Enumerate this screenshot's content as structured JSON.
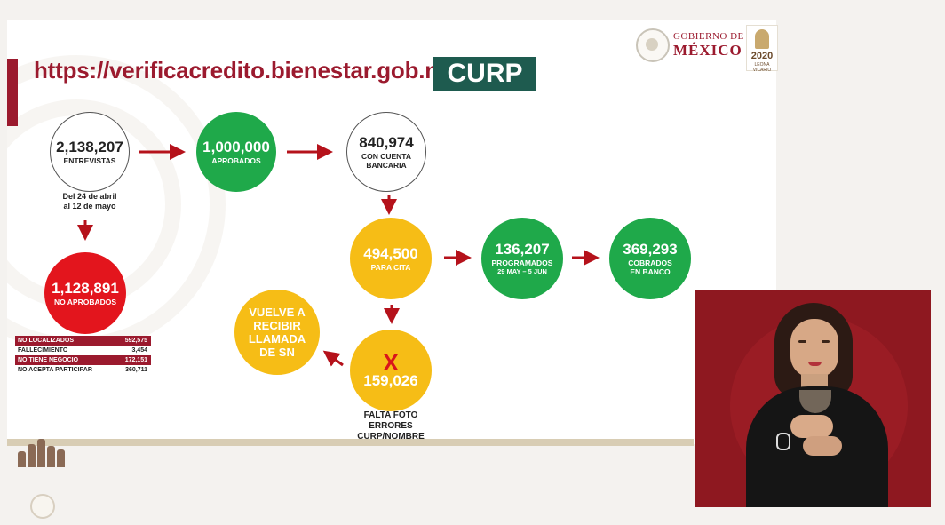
{
  "header": {
    "url": "https://verificacredito.bienestar.gob.mx",
    "badge": "CURP"
  },
  "government": {
    "line1": "GOBIERNO DE",
    "line2": "MÉXICO",
    "year": "2020",
    "year_sub": "LEONA VICARIO"
  },
  "nodes": {
    "entrevistas": {
      "number": "2,138,207",
      "label": "ENTREVISTAS",
      "note_line1": "Del 24 de abril",
      "note_line2": "al 12 de mayo"
    },
    "aprobados": {
      "number": "1,000,000",
      "label": "APROBADOS"
    },
    "cuenta": {
      "number": "840,974",
      "label_line1": "CON CUENTA",
      "label_line2": "BANCARIA"
    },
    "no_aprobados": {
      "number": "1,128,891",
      "label": "NO APROBADOS"
    },
    "cita": {
      "number": "494,500",
      "label": "PARA CITA"
    },
    "programados": {
      "number": "136,207",
      "label_line1": "PROGRAMADOS",
      "label_line2": "29 MAY – 5 JUN"
    },
    "cobrados": {
      "number": "369,293",
      "label_line1": "COBRADOS",
      "label_line2": "EN BANCO"
    },
    "errores": {
      "mark": "X",
      "number": "159,026",
      "note_line1": "FALTA FOTO",
      "note_line2": "ERRORES",
      "note_line3": "CURP/NOMBRE"
    },
    "vuelve": {
      "line1": "VUELVE A",
      "line2": "RECIBIR",
      "line3": "LLAMADA",
      "line4": "DE SN"
    }
  },
  "no_aprobados_breakdown": [
    {
      "label": "NO LOCALIZADOS",
      "value": "592,575"
    },
    {
      "label": "FALLECIMIENTO",
      "value": "3,454"
    },
    {
      "label": "NO TIENE NEGOCIO",
      "value": "172,151"
    },
    {
      "label": "NO ACEPTA PARTICIPAR",
      "value": "360,711"
    }
  ],
  "colors": {
    "brand_red": "#9b1a2e",
    "brand_green": "#1e5b4f",
    "approved_green": "#1fa94a",
    "pending_yellow": "#f6bd16",
    "rejected_red": "#e3151d",
    "arrow_red": "#b5121b"
  }
}
